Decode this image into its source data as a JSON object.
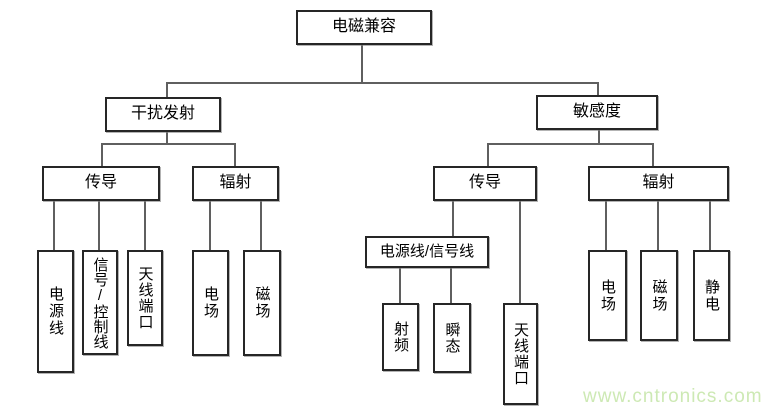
{
  "diagram": {
    "title": "电磁兼容",
    "nodes": {
      "root": {
        "label": "电磁兼容"
      },
      "emission": {
        "label": "干扰发射"
      },
      "susceptibility": {
        "label": "敏感度"
      },
      "conducted_emission": {
        "label": "传导"
      },
      "radiated_emission": {
        "label": "辐射"
      },
      "conducted_susceptibility": {
        "label": "传导"
      },
      "radiated_susceptibility": {
        "label": "辐射"
      },
      "power_line": {
        "label": "电源线"
      },
      "signal_control_line": {
        "label": "信号/控制线"
      },
      "antenna_port_emission": {
        "label": "天线端口"
      },
      "efield_emission": {
        "label": "电场"
      },
      "mfield_emission": {
        "label": "磁场"
      },
      "power_signal_line": {
        "label": "电源线/信号线"
      },
      "rf": {
        "label": "射频"
      },
      "transient": {
        "label": "瞬态"
      },
      "antenna_port_susceptibility": {
        "label": "天线端口"
      },
      "efield_susceptibility": {
        "label": "电场"
      },
      "mfield_susceptibility": {
        "label": "磁场"
      },
      "esd": {
        "label": "静电"
      }
    },
    "colors": {
      "background": "#ffffff",
      "box_border": "#262626",
      "connector": "#5f5f5f",
      "watermark": "#cde9b4"
    },
    "watermark": {
      "text": "www.cntronics.com"
    }
  }
}
